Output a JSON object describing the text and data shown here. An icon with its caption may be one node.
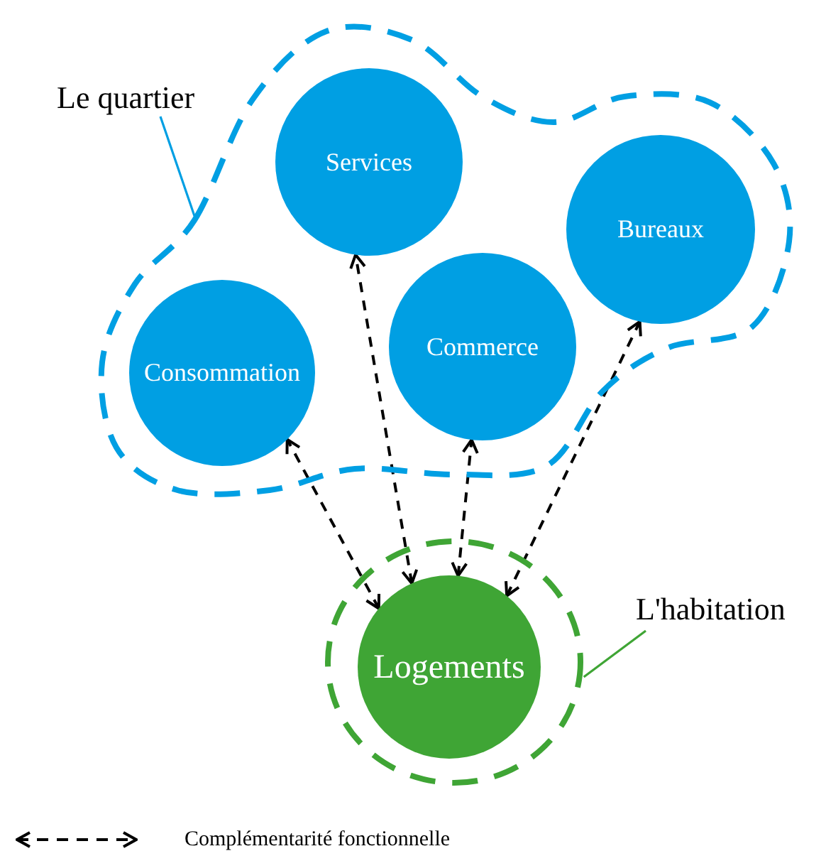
{
  "diagram": {
    "nodes": [
      {
        "text": [
          "Le quartier"
        ]
      },
      {
        "text": [],
        "shape": "cloud"
      },
      {
        "text": [
          "Services"
        ],
        "in": 1
      },
      {
        "text": [
          "Bureaux"
        ],
        "in": 1
      },
      {
        "text": [
          "Consommation"
        ],
        "in": 1
      },
      {
        "text": [
          "Commerce"
        ],
        "in": 1
      },
      {
        "text": [],
        "shape": "circle"
      },
      {
        "text": [
          "Logements"
        ],
        "in": 6
      },
      {
        "text": [
          "L'habitation"
        ]
      }
    ],
    "edges": [
      {
        "from": 0,
        "to": 1,
        "arrow": "none",
        "color": "#009fe3"
      },
      {
        "from": 7,
        "to": 4,
        "arrow": "both",
        "style": "dashed"
      },
      {
        "from": 7,
        "to": 2,
        "arrow": "both",
        "style": "dashed"
      },
      {
        "from": 7,
        "to": 5,
        "arrow": "both",
        "style": "dashed"
      },
      {
        "from": 7,
        "to": 3,
        "arrow": "both",
        "style": "dashed"
      },
      {
        "from": 8,
        "to": 6,
        "arrow": "none",
        "color": "#3fa535"
      }
    ],
    "legend": [
      {
        "text": "Complémentarité fonctionnelle"
      }
    ]
  }
}
